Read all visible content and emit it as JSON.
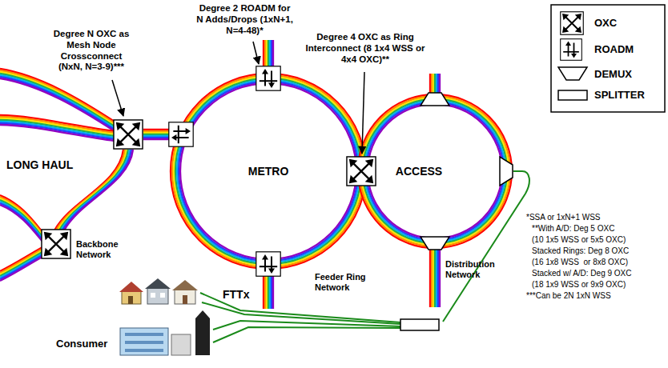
{
  "diagram": {
    "nodes": [
      {
        "text": [
          "METRO"
        ]
      },
      {
        "text": [
          "ACCESS"
        ]
      }
    ],
    "labels": [
      "Degree 2 ROADM for N Adds/Drops (1xN+1, N=4-48)*",
      "Degree N OXC as Mesh Node Crossconnect (NxN, N=3-9)***",
      "Degree 4 OXC as Ring Interconnect (8 1x4 WSS or 4x4 OXC)**",
      "LONG HAUL",
      "Backbone Network",
      "Feeder Ring Network",
      "Distribution Network",
      "FTTx",
      "Consumer",
      "*SSA or 1xN+1 WSS",
      "**With A/D: Deg 5 OXC",
      "(10 1x5 WSS or 5x5 OXC)",
      "Stacked Rings: Deg 8 OXC",
      "(16 1x8 WSS  or 8x8 OXC)",
      "Stacked w/ A/D: Deg 9 OXC",
      "(18 1x9 WSS or 9x9 OXC)",
      "***Can be 2N 1xN WSS"
    ],
    "legend": [
      {
        "text": "OXC"
      },
      {
        "text": "ROADM"
      },
      {
        "text": "DEMUX"
      },
      {
        "text": "SPLITTER"
      }
    ]
  }
}
